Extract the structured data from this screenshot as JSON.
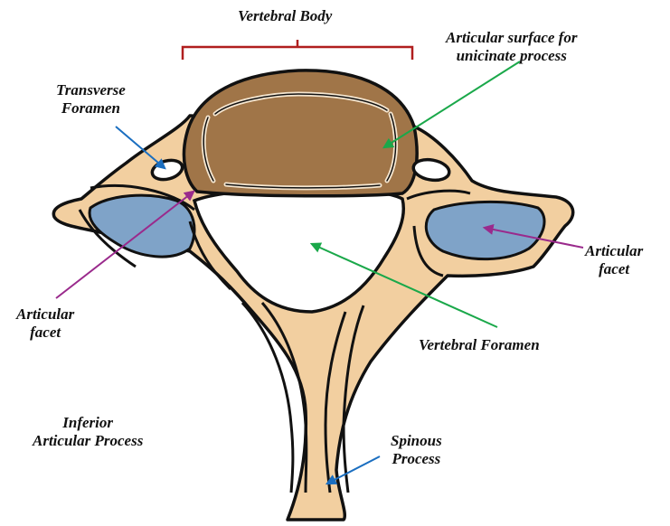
{
  "labels": {
    "vertebral_body": "Vertebral Body",
    "articular_surface_line1": "Articular surface for",
    "articular_surface_line2": "unicinate process",
    "transverse_foramen_line1": "Transverse",
    "transverse_foramen_line2": "Foramen",
    "articular_facet_right_line1": "Articular",
    "articular_facet_right_line2": "facet",
    "articular_facet_left_line1": "Articular",
    "articular_facet_left_line2": "facet",
    "vertebral_foramen": "Vertebral Foramen",
    "inferior_articular_line1": "Inferior",
    "inferior_articular_line2": "Articular Process",
    "spinous_process_line1": "Spinous",
    "spinous_process_line2": "Process"
  },
  "colors": {
    "bone": "#f2cfa0",
    "body": "#a07548",
    "facet": "#7fa3c8",
    "outline": "#111111",
    "bracket": "#b01e1e",
    "arrow_green": "#1aa84a",
    "arrow_blue": "#1a6ec0",
    "arrow_purple": "#9a2a8c"
  }
}
